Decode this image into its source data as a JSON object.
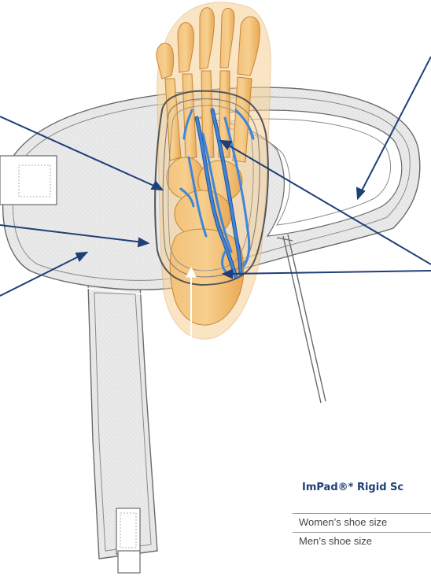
{
  "product": {
    "title": "ImPad®* Rigid Sc"
  },
  "size_table": {
    "rows": [
      {
        "label": "Women’s shoe size"
      },
      {
        "label": "Men’s shoe size"
      }
    ]
  },
  "colors": {
    "leader_line": "#1f3f78",
    "vein": "#2f6fc4",
    "bone": "#e8a448",
    "pad_felt": "#e7e7e7",
    "outline": "#6a6a6a"
  }
}
